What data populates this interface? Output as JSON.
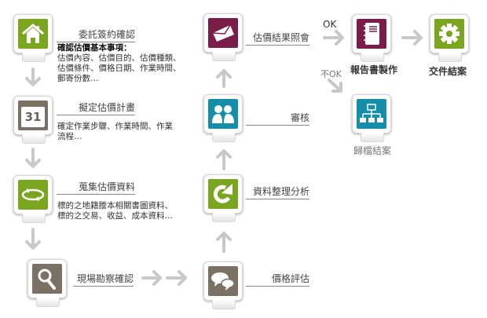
{
  "colors": {
    "green": "#7aa51e",
    "brown": "#7a7164",
    "maroon": "#7b1d4b",
    "teal": "#168ea9",
    "arrow": "#c8c8c8"
  },
  "steps": [
    {
      "label": "委託簽約確認",
      "icon": "house-icon",
      "desc_title": "確認估價基本事項：",
      "desc": [
        "估價內容、估價目的、估價種類、",
        "估價條件、價格日期、作業時間、",
        "郵寄份數…"
      ]
    },
    {
      "label": "擬定估價計畫",
      "icon": "calendar-icon",
      "calendar_day": "31",
      "desc": [
        "確定作業步驟、作業時間、作業",
        "流程…"
      ]
    },
    {
      "label": "蒐集估價資料",
      "icon": "refresh-icon",
      "desc": [
        "標的之地籍謄本相關書圖資料、",
        "標的之交易、收益、成本資料…"
      ]
    },
    {
      "label": "現場勘察確認",
      "icon": "search-icon"
    },
    {
      "label": "價格評估",
      "icon": "chat-icon"
    },
    {
      "label": "資料整理分析",
      "icon": "redo-icon"
    },
    {
      "label": "審核",
      "icon": "people-icon"
    },
    {
      "label": "估價結果照會",
      "icon": "mail-icon"
    },
    {
      "label": "報告書製作",
      "icon": "notebook-icon"
    },
    {
      "label": "交件結案",
      "icon": "gear-icon"
    },
    {
      "label": "歸檔結案",
      "icon": "hierarchy-icon"
    }
  ],
  "branches": {
    "ok": "OK",
    "not_ok": "不OK"
  }
}
